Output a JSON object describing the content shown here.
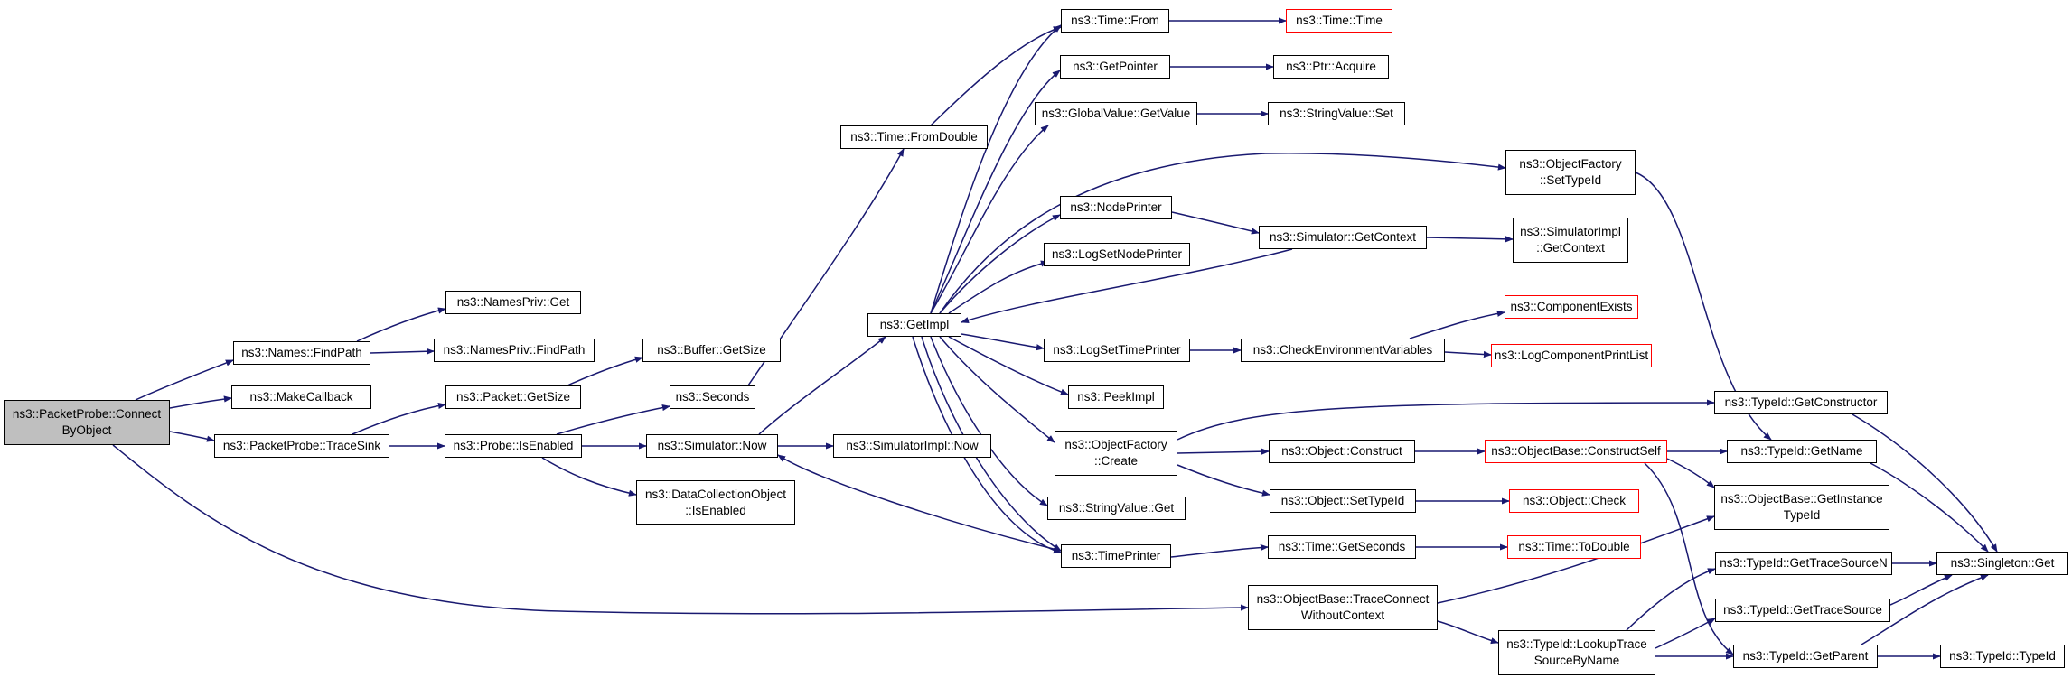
{
  "colors": {
    "edge": "#191970",
    "border": "#000000",
    "missing_border": "#ff0000",
    "root_fill": "#bfbfbf"
  },
  "nodes": {
    "root": {
      "lines": [
        "ns3::PacketProbe::Connect",
        "ByObject"
      ]
    },
    "names_findpath": {
      "lines": [
        "ns3::Names::FindPath"
      ]
    },
    "namespriv_get": {
      "lines": [
        "ns3::NamesPriv::Get"
      ]
    },
    "namespriv_findpath": {
      "lines": [
        "ns3::NamesPriv::FindPath"
      ]
    },
    "makecallback": {
      "lines": [
        "ns3::MakeCallback"
      ]
    },
    "tracesink": {
      "lines": [
        "ns3::PacketProbe::TraceSink"
      ]
    },
    "packet_getsize": {
      "lines": [
        "ns3::Packet::GetSize"
      ]
    },
    "buffer_getsize": {
      "lines": [
        "ns3::Buffer::GetSize"
      ]
    },
    "probe_isenabled": {
      "lines": [
        "ns3::Probe::IsEnabled"
      ]
    },
    "seconds": {
      "lines": [
        "ns3::Seconds"
      ]
    },
    "simulator_now": {
      "lines": [
        "ns3::Simulator::Now"
      ]
    },
    "dco_isenabled": {
      "lines": [
        "ns3::DataCollectionObject",
        "::IsEnabled"
      ]
    },
    "time_fromdouble": {
      "lines": [
        "ns3::Time::FromDouble"
      ]
    },
    "getimpl": {
      "lines": [
        "ns3::GetImpl"
      ]
    },
    "simimpl_now": {
      "lines": [
        "ns3::SimulatorImpl::Now"
      ]
    },
    "time_from": {
      "lines": [
        "ns3::Time::From"
      ]
    },
    "time_time": {
      "lines": [
        "ns3::Time::Time"
      ]
    },
    "getpointer": {
      "lines": [
        "ns3::GetPointer"
      ]
    },
    "ptr_acquire": {
      "lines": [
        "ns3::Ptr::Acquire"
      ]
    },
    "globalvalue_getvalue": {
      "lines": [
        "ns3::GlobalValue::GetValue"
      ]
    },
    "stringvalue_set": {
      "lines": [
        "ns3::StringValue::Set"
      ]
    },
    "of_settypeid": {
      "lines": [
        "ns3::ObjectFactory",
        "::SetTypeId"
      ]
    },
    "nodeprinter": {
      "lines": [
        "ns3::NodePrinter"
      ]
    },
    "sim_getcontext": {
      "lines": [
        "ns3::Simulator::GetContext"
      ]
    },
    "simimpl_getcontext": {
      "lines": [
        "ns3::SimulatorImpl",
        "::GetContext"
      ]
    },
    "logsetnodeprinter": {
      "lines": [
        "ns3::LogSetNodePrinter"
      ]
    },
    "componentexists": {
      "lines": [
        "ns3::ComponentExists"
      ]
    },
    "logsettimeprinter": {
      "lines": [
        "ns3::LogSetTimePrinter"
      ]
    },
    "checkenv": {
      "lines": [
        "ns3::CheckEnvironmentVariables"
      ]
    },
    "logcomponentprintlist": {
      "lines": [
        "ns3::LogComponentPrintList"
      ]
    },
    "peekimpl": {
      "lines": [
        "ns3::PeekImpl"
      ]
    },
    "typeid_getconstructor": {
      "lines": [
        "ns3::TypeId::GetConstructor"
      ]
    },
    "of_create": {
      "lines": [
        "ns3::ObjectFactory",
        "::Create"
      ]
    },
    "object_construct": {
      "lines": [
        "ns3::Object::Construct"
      ]
    },
    "ob_constructself": {
      "lines": [
        "ns3::ObjectBase::ConstructSelf"
      ]
    },
    "typeid_getname": {
      "lines": [
        "ns3::TypeId::GetName"
      ]
    },
    "ob_getinstancetypeid": {
      "lines": [
        "ns3::ObjectBase::GetInstance",
        "TypeId"
      ]
    },
    "stringvalue_get": {
      "lines": [
        "ns3::StringValue::Get"
      ]
    },
    "object_settypeid": {
      "lines": [
        "ns3::Object::SetTypeId"
      ]
    },
    "object_check": {
      "lines": [
        "ns3::Object::Check"
      ]
    },
    "timeprinter": {
      "lines": [
        "ns3::TimePrinter"
      ]
    },
    "time_getseconds": {
      "lines": [
        "ns3::Time::GetSeconds"
      ]
    },
    "time_todouble": {
      "lines": [
        "ns3::Time::ToDouble"
      ]
    },
    "typeid_gettracesourcen": {
      "lines": [
        "ns3::TypeId::GetTraceSourceN"
      ]
    },
    "singleton_get": {
      "lines": [
        "ns3::Singleton::Get"
      ]
    },
    "ob_traceconnect": {
      "lines": [
        "ns3::ObjectBase::TraceConnect",
        "WithoutContext"
      ]
    },
    "typeid_gettracesource": {
      "lines": [
        "ns3::TypeId::GetTraceSource"
      ]
    },
    "typeid_lookuptrace": {
      "lines": [
        "ns3::TypeId::LookupTrace",
        "SourceByName"
      ]
    },
    "typeid_getparent": {
      "lines": [
        "ns3::TypeId::GetParent"
      ]
    },
    "typeid_typeid": {
      "lines": [
        "ns3::TypeId::TypeId"
      ]
    }
  }
}
